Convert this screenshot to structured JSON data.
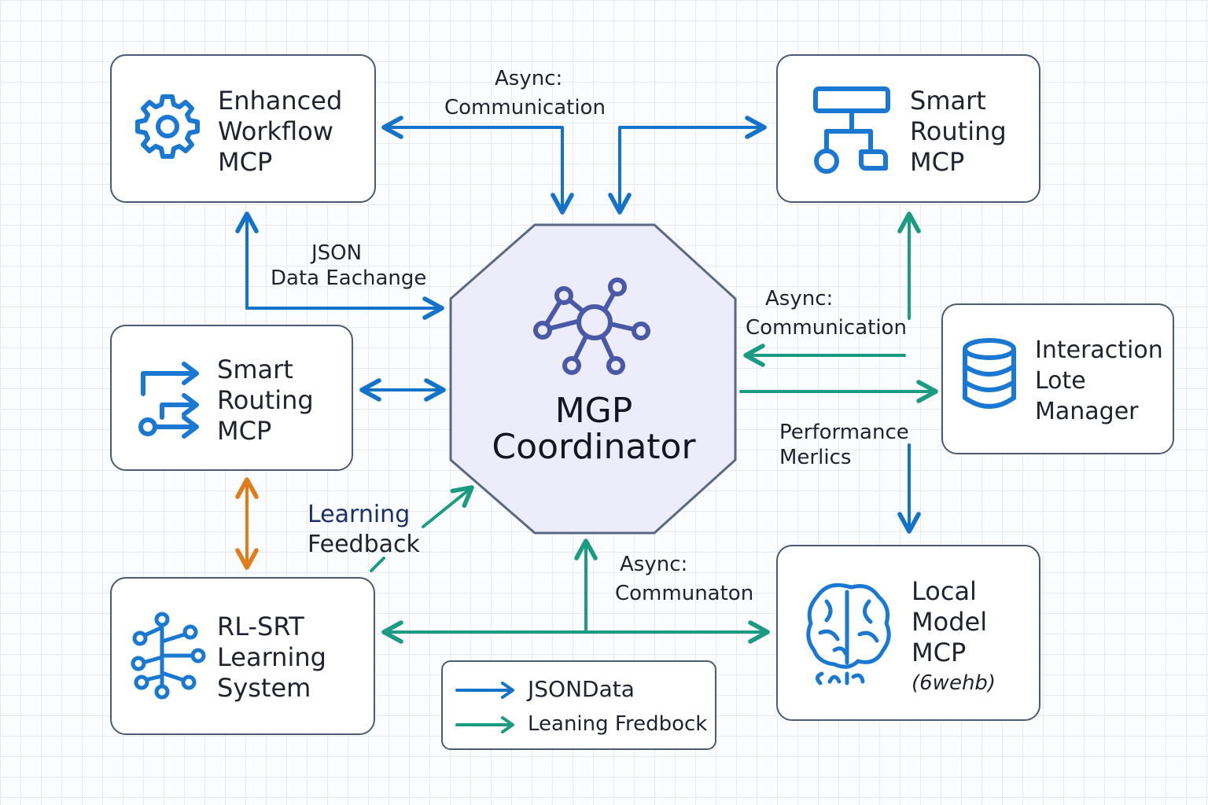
{
  "colors": {
    "blue": "#1472c8",
    "teal": "#1a9b82",
    "orange": "#e07d1a",
    "icon_blue": "#1a78d2",
    "coordinator_fill": "#ececfa",
    "coordinator_icon": "#4a59a7"
  },
  "nodes": {
    "workflow": {
      "icon": "gear-icon",
      "lines": [
        "Enhanced",
        "Workflow",
        "MCP"
      ]
    },
    "routing_right": {
      "icon": "flowchart-icon",
      "lines": [
        "Smart",
        "Routing",
        "MCP"
      ]
    },
    "routing_left": {
      "icon": "routing-arrows-icon",
      "lines": [
        "Smart",
        "Routing",
        "MCP"
      ]
    },
    "interaction": {
      "icon": "database-icon",
      "lines": [
        "Interaction",
        "Lote",
        "Manager"
      ]
    },
    "rl": {
      "icon": "neural-network-icon",
      "lines": [
        "RL-SRT",
        "Learning",
        "System"
      ]
    },
    "local": {
      "icon": "brain-icon",
      "lines": [
        "Local",
        "Model",
        "MCP",
        "(6wehb)"
      ]
    },
    "coordinator": {
      "icon": "network-hub-icon",
      "lines": [
        "MGP",
        "Coordinator"
      ]
    }
  },
  "labels": {
    "top": [
      "Async:",
      "Communication"
    ],
    "json": [
      "JSON",
      "Data Eachange"
    ],
    "right_async": [
      "Async:",
      "Communication"
    ],
    "performance": [
      "Performance",
      "Merlics"
    ],
    "learning": [
      "Learning",
      "Feedback"
    ],
    "bottom_async": [
      "Async:",
      "Communaton"
    ]
  },
  "legend": [
    {
      "label": "JSONData",
      "color": "blue"
    },
    {
      "label": "Leaning Fredbock",
      "color": "teal"
    }
  ]
}
